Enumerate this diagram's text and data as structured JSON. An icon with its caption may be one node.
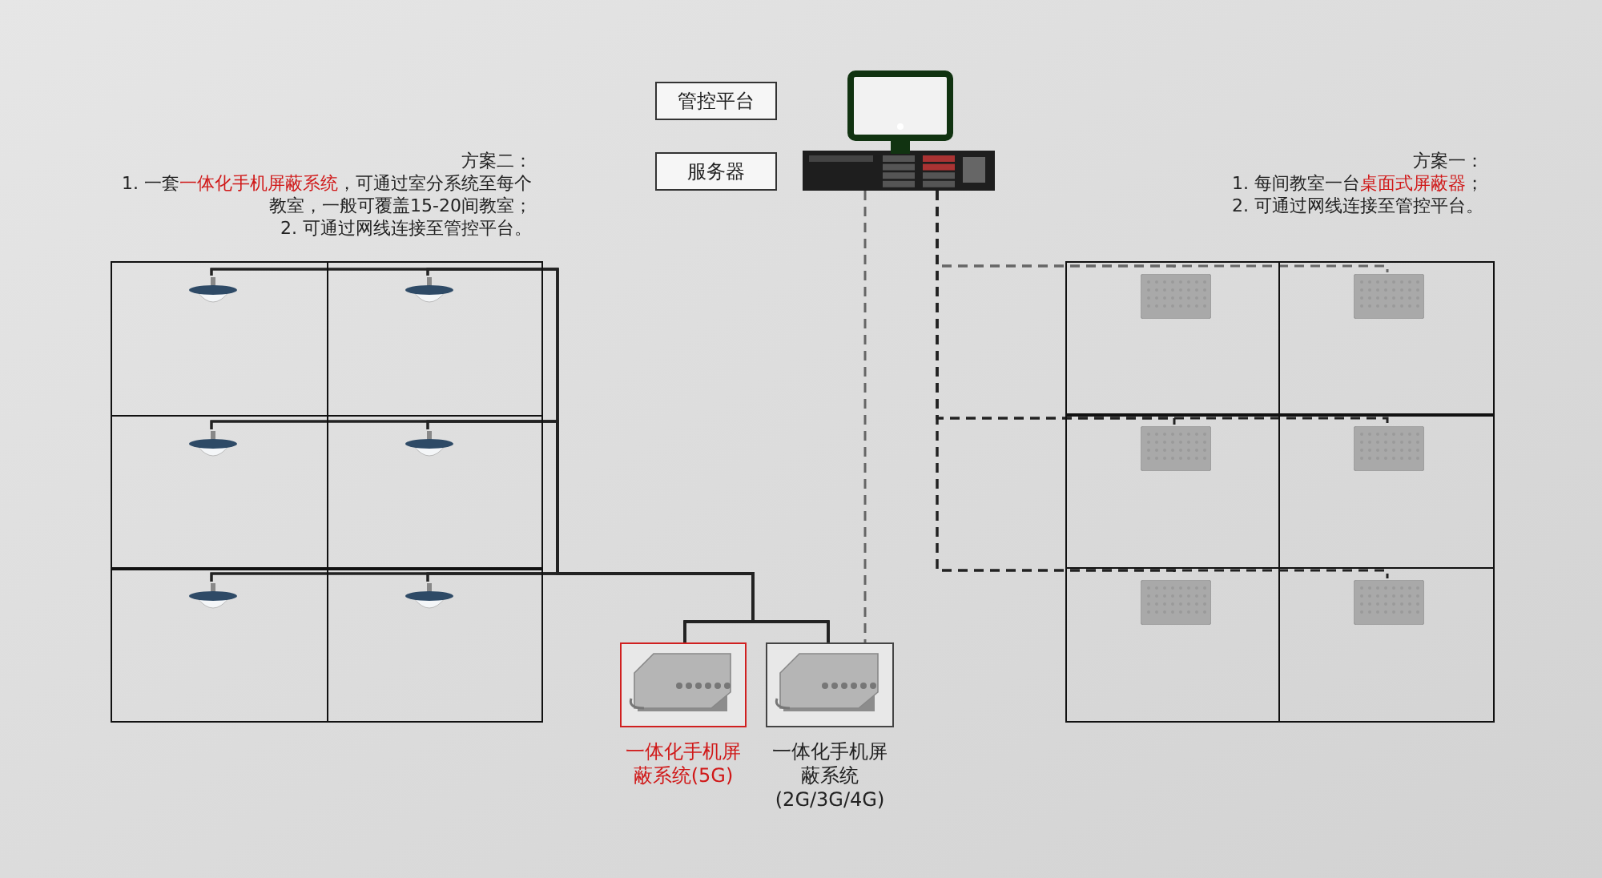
{
  "diagram": {
    "nodes": [
      {
        "text": [
          "管控平台"
        ]
      },
      {
        "text": [
          "服务器"
        ]
      },
      {
        "text": [],
        "shape": "picture"
      },
      {
        "text": [],
        "shape": "box"
      },
      {
        "text": [],
        "shape": "picture",
        "in": 3
      },
      {
        "text": [],
        "shape": "box"
      },
      {
        "text": [],
        "shape": "picture",
        "in": 5
      },
      {
        "text": [],
        "shape": "box"
      },
      {
        "text": [],
        "shape": "picture",
        "in": 7
      },
      {
        "text": [],
        "shape": "box"
      },
      {
        "text": [],
        "shape": "picture",
        "in": 9
      },
      {
        "text": [],
        "shape": "box"
      },
      {
        "text": [],
        "shape": "picture",
        "in": 11
      },
      {
        "text": [],
        "shape": "box"
      },
      {
        "text": [],
        "shape": "picture",
        "in": 13
      },
      {
        "text": [],
        "shape": "box"
      },
      {
        "text": [],
        "shape": "picture",
        "in": 15
      },
      {
        "text": [],
        "shape": "box"
      },
      {
        "text": [],
        "shape": "picture",
        "in": 17
      },
      {
        "text": [],
        "shape": "box"
      },
      {
        "text": [],
        "shape": "picture",
        "in": 19
      },
      {
        "text": [],
        "shape": "box"
      },
      {
        "text": [],
        "shape": "picture",
        "in": 21
      },
      {
        "text": [],
        "shape": "box"
      },
      {
        "text": [],
        "shape": "picture",
        "in": 23
      },
      {
        "text": [],
        "shape": "box"
      },
      {
        "text": [],
        "shape": "picture",
        "in": 25
      },
      {
        "text": [],
        "shape": "picture",
        "beside": [
          "一体化手机屏蔽系统(5G)"
        ]
      },
      {
        "text": [],
        "shape": "picture",
        "beside": [
          "一体化手机屏蔽系统(2G/3G/4G)"
        ]
      }
    ],
    "edges": [
      {
        "from": 27,
        "to": 4,
        "arrow": "none"
      },
      {
        "from": 27,
        "to": 6,
        "arrow": "none"
      },
      {
        "from": 27,
        "to": 8,
        "arrow": "none"
      },
      {
        "from": 27,
        "to": 10,
        "arrow": "none"
      },
      {
        "from": 27,
        "to": 12,
        "arrow": "none"
      },
      {
        "from": 27,
        "to": 14,
        "arrow": "none"
      },
      {
        "from": 28,
        "to": 4,
        "arrow": "none"
      },
      {
        "from": 28,
        "to": 6,
        "arrow": "none"
      },
      {
        "from": 28,
        "to": 8,
        "arrow": "none"
      },
      {
        "from": 28,
        "to": 10,
        "arrow": "none"
      },
      {
        "from": 28,
        "to": 12,
        "arrow": "none"
      },
      {
        "from": 28,
        "to": 14,
        "arrow": "none"
      },
      {
        "from": 2,
        "to": 28,
        "arrow": "none",
        "style": "dashed",
        "color": "#666666"
      },
      {
        "from": 2,
        "to": 16,
        "arrow": "none",
        "style": "dashed",
        "color": "#666666"
      },
      {
        "from": 2,
        "to": 18,
        "arrow": "none",
        "style": "dashed",
        "color": "#666666"
      },
      {
        "from": 2,
        "to": 20,
        "arrow": "none",
        "style": "dashed",
        "color": "#222222"
      },
      {
        "from": 2,
        "to": 22,
        "arrow": "none",
        "style": "dashed",
        "color": "#222222"
      },
      {
        "from": 2,
        "to": 24,
        "arrow": "none",
        "style": "dashed",
        "color": "#222222"
      },
      {
        "from": 2,
        "to": 26,
        "arrow": "none",
        "style": "dashed",
        "color": "#222222"
      }
    ],
    "labels": [
      "方案二：",
      "1. 一套**一体化手机屏蔽系统**，可通过室分系统至每个教室，一般可覆盖15-20间教室；",
      "2. 可通过网线连接至管控平台。",
      "方案一：",
      "1. 每间教室一台**桌面式屏蔽器**；",
      "2. 可通过网线连接至管控平台。"
    ]
  }
}
